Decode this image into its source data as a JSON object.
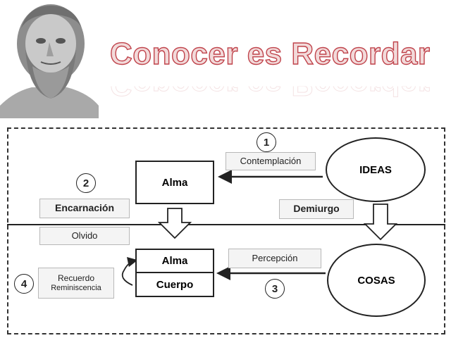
{
  "title": "Conocer es Recordar",
  "diagram": {
    "nodes": {
      "alma_top": "Alma",
      "alma_bottom": "Alma",
      "cuerpo": "Cuerpo",
      "ideas": "IDEAS",
      "cosas": "COSAS"
    },
    "labels": {
      "contemplacion": "Contemplación",
      "encarnacion": "Encarnación",
      "demiurgo": "Demiurgo",
      "olvido": "Olvido",
      "percepcion": "Percepción",
      "recuerdo": "Recuerdo",
      "reminiscencia": "Reminiscencia"
    },
    "steps": [
      "1",
      "2",
      "3",
      "4"
    ]
  }
}
